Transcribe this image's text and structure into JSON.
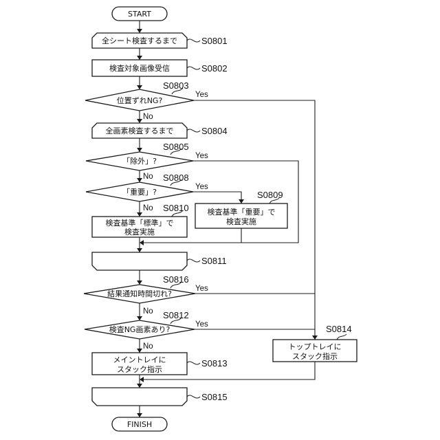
{
  "terminals": {
    "start": "START",
    "finish": "FINISH"
  },
  "loop1_start": {
    "text": "全シート検査するまで",
    "label": "S0801"
  },
  "receive": {
    "text": "検査対象画像受信",
    "label": "S0802"
  },
  "dec_misalign": {
    "text": "位置ずれNG?",
    "label": "S0803"
  },
  "loop2_start": {
    "text": "全画素検査するまで",
    "label": "S0804"
  },
  "dec_exclude": {
    "text": "「除外」?",
    "label": "S0805"
  },
  "dec_important": {
    "text": "「重要」?",
    "label": "S0808"
  },
  "std_inspect": {
    "line1": "検査基準「標準」で",
    "line2": "検査実施",
    "label": "S0810"
  },
  "imp_inspect": {
    "line1": "検査基準「重要」で",
    "line2": "検査実施",
    "label": "S0809"
  },
  "loop2_end": {
    "label": "S0811"
  },
  "dec_timeout": {
    "text": "結果通知時間切れ?",
    "label": "S0816"
  },
  "dec_ng": {
    "text": "検査NG画素あり?",
    "label": "S0812"
  },
  "main_tray": {
    "line1": "メイントレイに",
    "line2": "スタック指示",
    "label": "S0813"
  },
  "top_tray": {
    "line1": "トップトレイに",
    "line2": "スタック指示",
    "label": "S0814"
  },
  "loop1_end": {
    "label": "S0815"
  },
  "yes": "Yes",
  "no": "No"
}
